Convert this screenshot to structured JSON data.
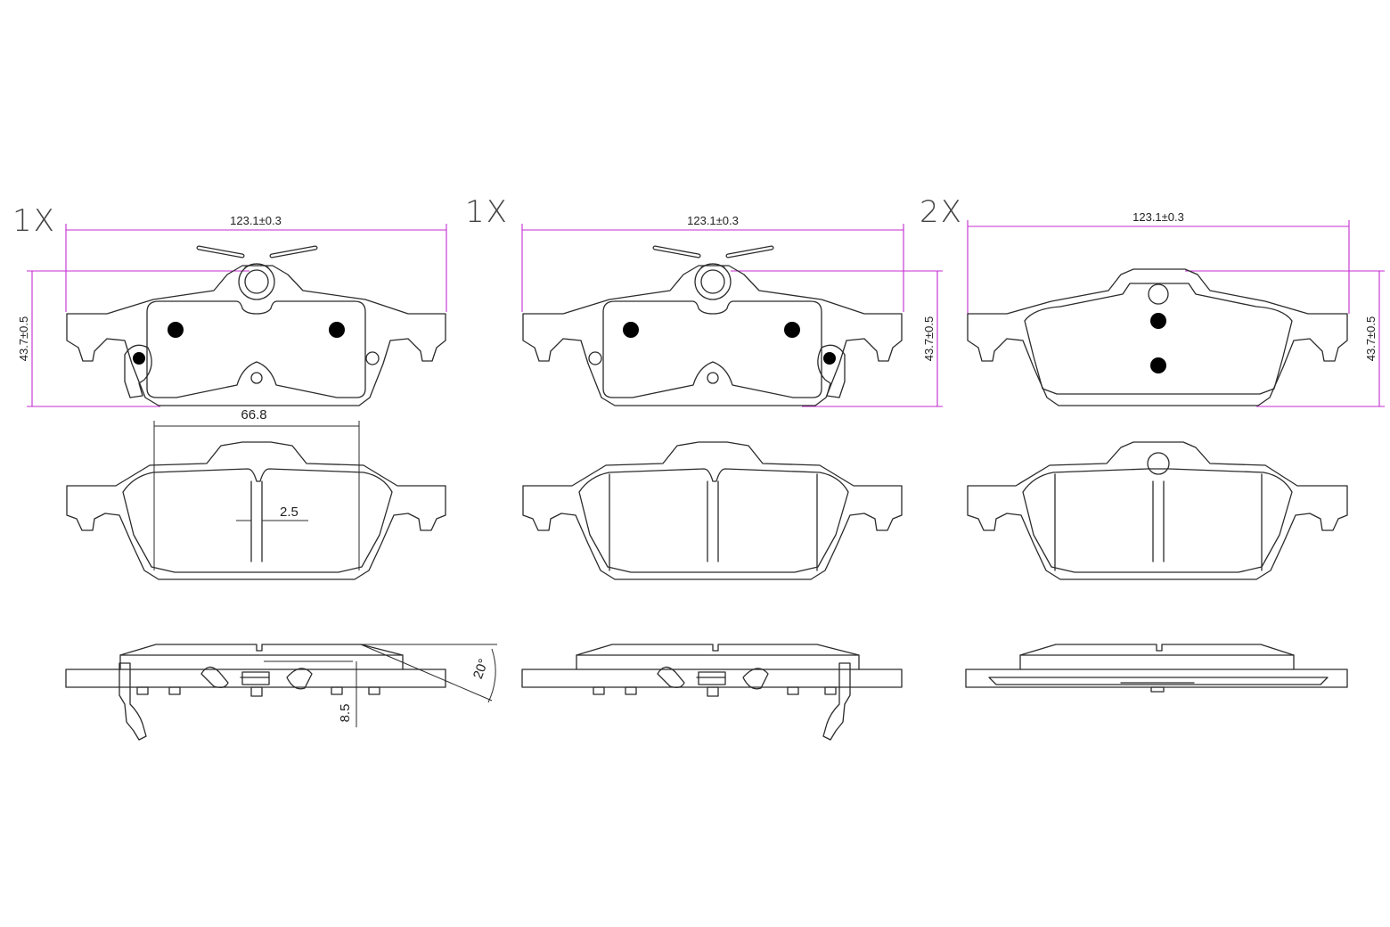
{
  "drawing": {
    "columns": [
      {
        "quantity": "1X",
        "width_dim": "123.1±0.3",
        "height_dim": "43.7±0.5"
      },
      {
        "quantity": "1X",
        "width_dim": "123.1±0.3",
        "height_dim": "43.7±0.5"
      },
      {
        "quantity": "2X",
        "width_dim": "123.1±0.3",
        "height_dim": "43.7±0.5"
      }
    ],
    "friction_width_dim": "66.8",
    "slot_width_dim": "2.5",
    "thickness_dim": "8.5",
    "chamfer_angle_dim": "20°"
  },
  "colors": {
    "dimension_line": "#c42bd0",
    "outline": "#2b2b2b",
    "background": "#ffffff"
  }
}
